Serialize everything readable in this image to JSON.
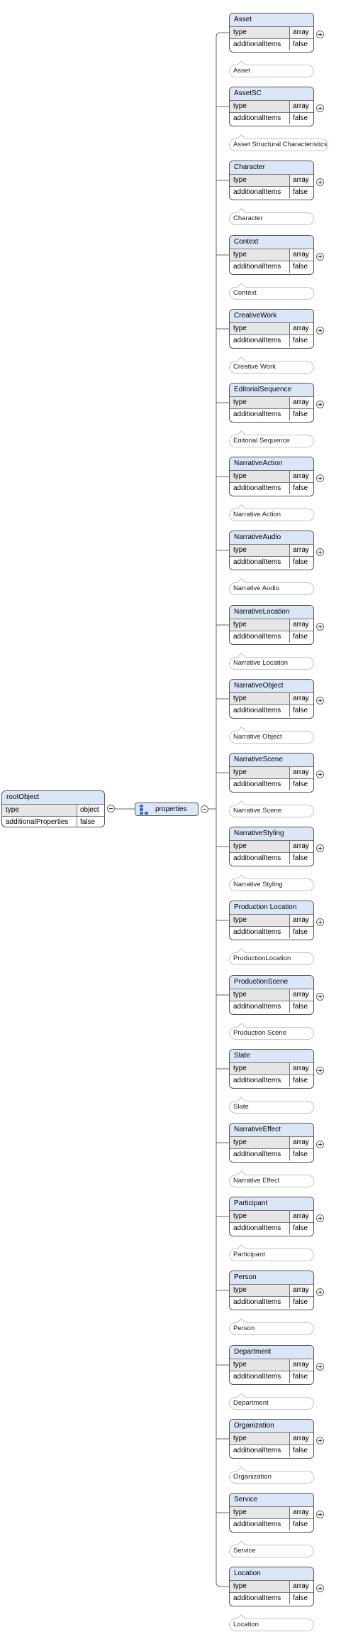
{
  "root": {
    "title": "rootObject",
    "rows": [
      {
        "key": "type",
        "value": "object"
      },
      {
        "key": "additionalProperties",
        "value": "false"
      }
    ]
  },
  "properties_label": "properties",
  "items": [
    {
      "name": "Asset",
      "type_key": "type",
      "type_value": "array",
      "add_key": "additionalItems",
      "add_value": "false",
      "description": "Asset"
    },
    {
      "name": "AssetSC",
      "type_key": "type",
      "type_value": "array",
      "add_key": "additionalItems",
      "add_value": "false",
      "description": "Asset Structural Characteristics"
    },
    {
      "name": "Character",
      "type_key": "type",
      "type_value": "array",
      "add_key": "additionalItems",
      "add_value": "false",
      "description": "Character"
    },
    {
      "name": "Context",
      "type_key": "type",
      "type_value": "array",
      "add_key": "additionalItems",
      "add_value": "false",
      "description": "Context"
    },
    {
      "name": "CreativeWork",
      "type_key": "type",
      "type_value": "array",
      "add_key": "additionalItems",
      "add_value": "false",
      "description": "Creative Work"
    },
    {
      "name": "EditorialSequence",
      "type_key": "type",
      "type_value": "array",
      "add_key": "additionalItems",
      "add_value": "false",
      "description": "Editorial Sequence"
    },
    {
      "name": "NarrativeAction",
      "type_key": "type",
      "type_value": "array",
      "add_key": "additionalItems",
      "add_value": "false",
      "description": "Narrative Action"
    },
    {
      "name": "NarrativeAudio",
      "type_key": "type",
      "type_value": "array",
      "add_key": "additionalItems",
      "add_value": "false",
      "description": "Narrative Audio"
    },
    {
      "name": "NarrativeLocation",
      "type_key": "type",
      "type_value": "array",
      "add_key": "additionalItems",
      "add_value": "false",
      "description": "Narrative Location"
    },
    {
      "name": "NarrativeObject",
      "type_key": "type",
      "type_value": "array",
      "add_key": "additionalItems",
      "add_value": "false",
      "description": "Narrative Object"
    },
    {
      "name": "NarrativeScene",
      "type_key": "type",
      "type_value": "array",
      "add_key": "additionalItems",
      "add_value": "false",
      "description": "Narrative Scene"
    },
    {
      "name": "NarrativeStyling",
      "type_key": "type",
      "type_value": "array",
      "add_key": "additionalItems",
      "add_value": "false",
      "description": "Narrative Styling"
    },
    {
      "name": "Production Location",
      "type_key": "type",
      "type_value": "array",
      "add_key": "additionalItems",
      "add_value": "false",
      "description": "ProductionLocation"
    },
    {
      "name": "ProductionScene",
      "type_key": "type",
      "type_value": "array",
      "add_key": "additionalItems",
      "add_value": "false",
      "description": "Production Scene"
    },
    {
      "name": "Slate",
      "type_key": "type",
      "type_value": "array",
      "add_key": "additionalItems",
      "add_value": "false",
      "description": "Slate"
    },
    {
      "name": "NarrativeEffect",
      "type_key": "type",
      "type_value": "array",
      "add_key": "additionalItems",
      "add_value": "false",
      "description": "Narrative Effect"
    },
    {
      "name": "Participant",
      "type_key": "type",
      "type_value": "array",
      "add_key": "additionalItems",
      "add_value": "false",
      "description": "Participant"
    },
    {
      "name": "Person",
      "type_key": "type",
      "type_value": "array",
      "add_key": "additionalItems",
      "add_value": "false",
      "description": "Person"
    },
    {
      "name": "Department",
      "type_key": "type",
      "type_value": "array",
      "add_key": "additionalItems",
      "add_value": "false",
      "description": "Department"
    },
    {
      "name": "Organization",
      "type_key": "type",
      "type_value": "array",
      "add_key": "additionalItems",
      "add_value": "false",
      "description": "Organization"
    },
    {
      "name": "Service",
      "type_key": "type",
      "type_value": "array",
      "add_key": "additionalItems",
      "add_value": "false",
      "description": "Service"
    },
    {
      "name": "Location",
      "type_key": "type",
      "type_value": "array",
      "add_key": "additionalItems",
      "add_value": "false",
      "description": "Location"
    }
  ],
  "colors": {
    "header_fill": "#dbe6f7",
    "border": "#555555",
    "icon_blue": "#3d6fb6"
  }
}
